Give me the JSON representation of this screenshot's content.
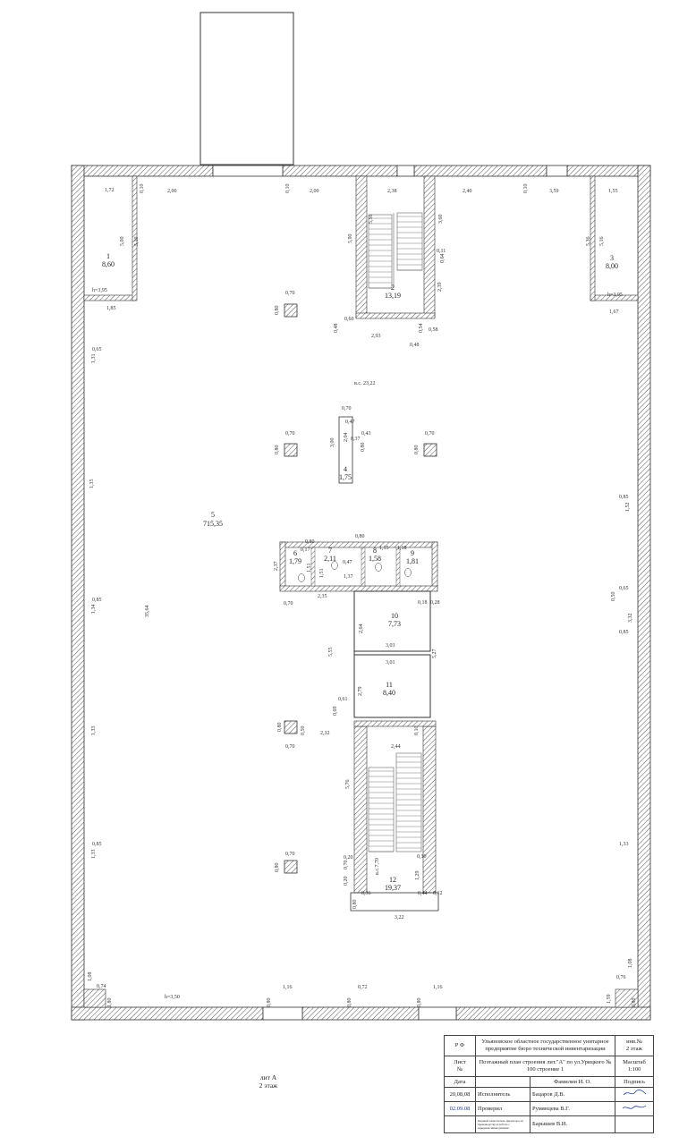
{
  "rooms": [
    {
      "num": "1",
      "area": "8,60"
    },
    {
      "num": "2",
      "area": "13,19"
    },
    {
      "num": "3",
      "area": "8,00"
    },
    {
      "num": "4",
      "area": "1,75"
    },
    {
      "num": "5",
      "area": "715,35"
    },
    {
      "num": "6",
      "area": "1,79"
    },
    {
      "num": "7",
      "area": "2,11"
    },
    {
      "num": "8",
      "area": "1,58"
    },
    {
      "num": "9",
      "area": "1,81"
    },
    {
      "num": "10",
      "area": "7,73"
    },
    {
      "num": "11",
      "area": "8,40"
    },
    {
      "num": "12",
      "area": "19,37"
    }
  ],
  "dims": {
    "d1": "1,72",
    "d2": "0,10",
    "d3": "2,00",
    "d4": "0,10",
    "d5": "2,00",
    "d6": "2,38",
    "d7": "2,40",
    "d8": "0,10",
    "d9": "3,59",
    "d10": "1,55",
    "d11": "5,00",
    "d12": "5,10",
    "d13": "h=3,95",
    "d14": "1,85",
    "d15": "5,36",
    "d16": "5,16",
    "d17": "h=3,95",
    "d18": "1,67",
    "d19": "5,90",
    "d20": "5,56",
    "d21": "3,60",
    "d22": "0,11",
    "d23": "0,64",
    "d24": "2,39",
    "d25": "0,60",
    "d26": "0,48",
    "d27": "2,93",
    "d28": "0,54",
    "d29": "0,58",
    "d30": "0,48",
    "d31": "0,70",
    "d32": "0,80",
    "d33": "0,65",
    "d34": "1,31",
    "d35": "в.с. 23,22",
    "d36": "0,70",
    "d37": "0,47",
    "d38": "0,43",
    "d39": "3,00",
    "d40": "2,04",
    "d41": "0,37",
    "d42": "0,80",
    "d43": "0,80",
    "d44": "0,70",
    "d45": "0,70",
    "d46": "0,80",
    "d47": "0,80",
    "d48": "1,35",
    "d49": "0,85",
    "d50": "1,52",
    "d51": "0,80",
    "d52": "0,17",
    "d53": "1,15",
    "d54": "1,18",
    "d55": "2,37",
    "d56": "1,51",
    "d57": "0,47",
    "d58": "1,51",
    "d59": "1,37",
    "d60": "0,70",
    "d61": "2,35",
    "d62": "0,18",
    "d63": "0,28",
    "d64": "0,65",
    "d65": "0,50",
    "d66": "0,85",
    "d67": "3,32",
    "d68": "0,85",
    "d69": "1,34",
    "d70": "35,64",
    "d71": "2,64",
    "d72": "3,03",
    "d73": "5,55",
    "d74": "3,01",
    "d75": "2,79",
    "d76": "5,27",
    "d77": "0,61",
    "d78": "0,69",
    "d79": "0,80",
    "d80": "0,50",
    "d81": "2,32",
    "d82": "0,70",
    "d83": "2,44",
    "d84": "0,10",
    "d85": "1,33",
    "d86": "5,76",
    "d87": "0,85",
    "d88": "1,33",
    "d89": "0,70",
    "d90": "0,80",
    "d91": "0,20",
    "d92": "0,70",
    "d93": "0,10",
    "d94": "1,29",
    "d95": "в.с.7,70",
    "d96": "0,20",
    "d97": "0,36",
    "d98": "0,44",
    "d99": "0,12",
    "d100": "0,80",
    "d101": "3,22",
    "d102": "1,33",
    "d103": "1,08",
    "d104": "0,74",
    "d105": "h=3,50",
    "d106": "1,16",
    "d107": "0,72",
    "d108": "1,16",
    "d109": "0,80",
    "d110": "0,80",
    "d111": "0,76",
    "d112": "1,08",
    "d113": "1,59",
    "d114": "0,80",
    "d115": "1,80",
    "d116": "0,80"
  },
  "sheet_note": {
    "line1": "лит А",
    "line2": "2 этаж"
  },
  "stamp": {
    "rf": "Р Ф",
    "org": "Ульяновское областное государственное унитарное предприятие бюро технической инвентаризации",
    "inv_label": "инв.№",
    "floor": "2 этаж",
    "list": "Лист",
    "no": "№",
    "title": "Поэтажный план строения лит.\"А\" по ул.Урицкого № 100 строение 1",
    "scale_label": "Масштаб",
    "scale": "1:100",
    "date_label": "Дата",
    "fio_label": "Фамилии И. О.",
    "sign_label": "Подпись",
    "date1": "20,08,08",
    "role1": "Исполнитель",
    "name1": "Бацаров Д.В.",
    "role2": "Проверил",
    "name2": "Румянцева В.Г.",
    "date2": "02.09.08",
    "role3": "Первый заместитель директора по производству и работе с юридическими лицами",
    "name3": "Барышев В.И."
  }
}
